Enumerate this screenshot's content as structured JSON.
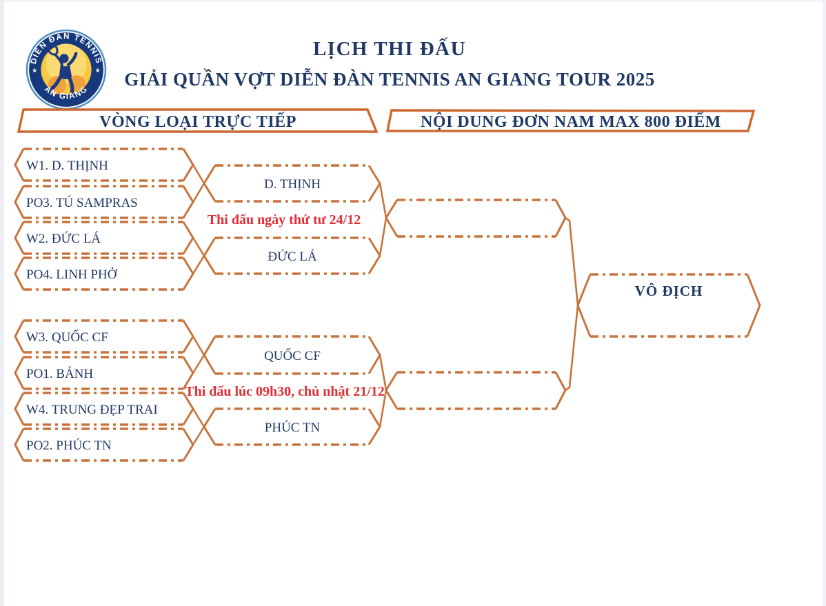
{
  "page": {
    "title_line1": "LỊCH THI ĐẤU",
    "title_line2": "GIẢI QUẦN VỢT DIỄN ĐÀN TENNIS AN GIANG TOUR 2025"
  },
  "logo": {
    "arc_top": "DIỄN ĐÀN TENNIS",
    "arc_bottom": "AN GIANG",
    "star": "★"
  },
  "banners": {
    "left_label": "VÒNG LOẠI TRỰC TIẾP",
    "right_label": "NỘI DUNG ĐƠN NAM MAX 800 ĐIỂM"
  },
  "bracket": {
    "round1": [
      "W1. D. THỊNH",
      "PO3. TÚ SAMPRAS",
      "W2. ĐỨC LÁ",
      "PO4. LINH PHỞ",
      "W3. QUỐC CF",
      "PO1. BẢNH",
      "W4. TRUNG ĐẸP TRAI",
      "PO2. PHÚC TN"
    ],
    "round2": [
      "D. THỊNH",
      "ĐỨC LÁ",
      "QUỐC CF",
      "PHÚC TN"
    ],
    "semifinal": [
      "",
      ""
    ],
    "notes": [
      "Thi đấu ngày thứ tư 24/12",
      "Thi đấu lúc 09h30, chủ nhật 21/12"
    ],
    "final_label": "VÔ ĐỊCH"
  },
  "colors": {
    "line_orange": "#c8733b",
    "banner_orange": "#cd6730",
    "navy": "#1f3864",
    "note_red": "#de2f35",
    "logo_navy": "#16387d",
    "logo_yellow": "#f7c843",
    "logo_ball_orange": "#efa23e"
  }
}
